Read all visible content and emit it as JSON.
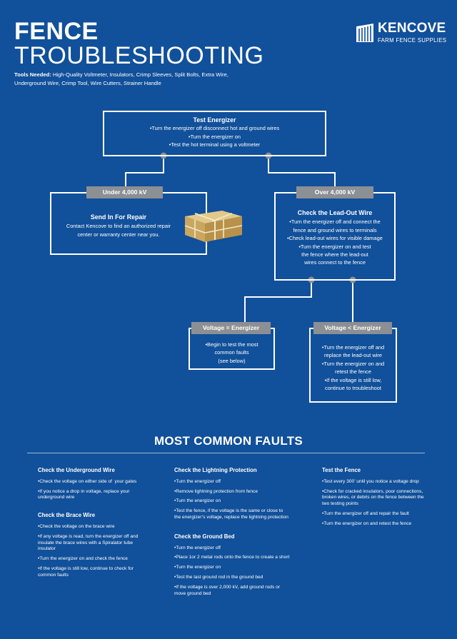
{
  "header": {
    "title_line1": "FENCE",
    "title_line2": "TROUBLESHOOTING",
    "tools_label": "Tools Needed:",
    "tools_text": "High-Quality Voltmeter, Insulators, Crimp Sleeves, Split Bolts, Extra Wire, Underground Wire, Crimp Tool, Wire Cutters, Strainer Handle",
    "logo_name": "KENCOVE",
    "logo_sub": "FARM FENCE SUPPLIES"
  },
  "test_energizer": {
    "title": "Test Energizer",
    "lines": [
      "•Turn the energizer off disconnect hot and ground wires",
      "•Turn the energizer on",
      "•Test the hot terminal using a voltmeter"
    ]
  },
  "under_4000": {
    "tag": "Under 4,000 kV",
    "title": "Send In For Repair",
    "lines": [
      "Contact Kencove to find an authorized repair",
      "center or warranty center near you."
    ]
  },
  "over_4000": {
    "tag": "Over 4,000 kV",
    "title": "Check the Lead-Out Wire",
    "lines": [
      "•Turn the energizer off and connect the",
      "fence and ground wires to terminals",
      "•Check lead-out wires for visible damage",
      "•Turn the energizer on and test",
      "the fence where the lead-out",
      "wires connect to the fence"
    ]
  },
  "voltage_equal": {
    "tag": "Voltage = Energizer",
    "lines": [
      "•Begin to test the most",
      "common faults",
      "(see below)"
    ]
  },
  "voltage_less": {
    "tag": "Voltage < Energizer",
    "lines": [
      "•Turn the energizer off and",
      "replace the lead-out wire",
      "•Turn the energizer on and",
      "retest the fence",
      "•If the voltage is still low,",
      "continue to troubleshoot"
    ]
  },
  "faults": {
    "title": "MOST COMMON FAULTS",
    "underground": {
      "title": "Check the Underground Wire",
      "items": [
        "•Check the voltage on either side of  your gates",
        "•If you notice a drop in voltage, replace your underground wire"
      ]
    },
    "brace": {
      "title": "Check the Brace Wire",
      "items": [
        "•Check the voltage on the brace wire",
        "•If any voltage is read, turn the energizer off and insulate the brace wires with a Spiralator tube insulator",
        "•Turn the energizer on and check the fence",
        "•If the voltage is still low, continue to check for common faults"
      ]
    },
    "lightning": {
      "title": "Check the Lightning Protection",
      "items": [
        "•Turn the energizer off",
        "•Remove lightning protection from fence",
        "•Turn the energizer on",
        "•Test the fence, if the voltage is the same or close to the energizer’s voltage, replace the lightning protection"
      ]
    },
    "ground_bed": {
      "title": "Check the Ground Bed",
      "items": [
        "•Turn the energizer off",
        "•Place 1or 2 metal rods onto the fence to create a short",
        "•Turn the energizer on",
        "•Test the last ground rod in the ground bed",
        "•If the voltage is over 2,000 kV, add ground rods or move ground bed"
      ]
    },
    "test_fence": {
      "title": "Test the Fence",
      "items": [
        "•Test every 300’ until you notice a voltage drop",
        "•Check for cracked insulators, poor connections, broken wires, or debris on the fence between the two testing points",
        "•Turn the energizer off and repair the fault",
        "•Turn the energizer on and retest the fence"
      ]
    }
  },
  "colors": {
    "background": "#11509a",
    "tag_gray": "#8c8f94",
    "connector_dot": "#8c8f94",
    "line": "#ffffff"
  }
}
